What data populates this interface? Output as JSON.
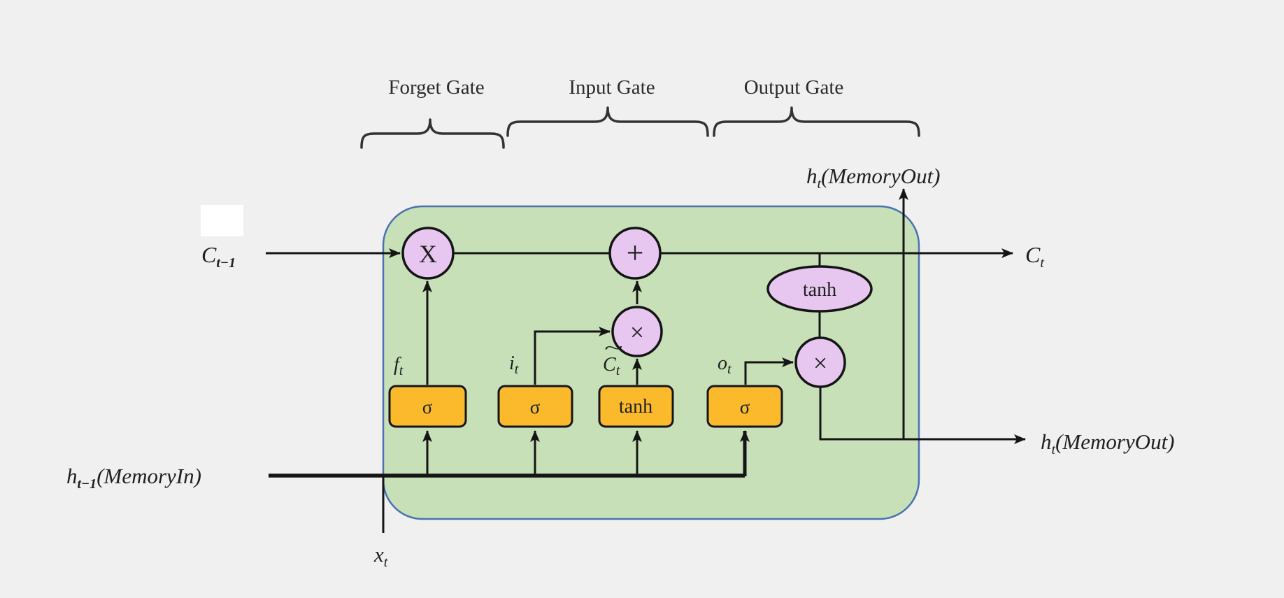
{
  "colors": {
    "background": "#f0f0f0",
    "cell_fill": "#c7e0b8",
    "cell_border": "#4b72b0",
    "op_fill": "#e7c7f0",
    "op_border": "#151515",
    "gate_box_fill": "#fbba2b",
    "gate_box_border": "#151515",
    "line": "#151515",
    "brace": "#333333",
    "text": "#1f1f1f"
  },
  "gates": {
    "forget": {
      "label": "Forget Gate"
    },
    "input": {
      "label": "Input Gate"
    },
    "output": {
      "label": "Output Gate"
    }
  },
  "labels": {
    "c_prev": {
      "base": "C",
      "sub": "t−1"
    },
    "c_next": {
      "base": "C",
      "sub": "t"
    },
    "h_out_top": {
      "base": "h",
      "sub": "t",
      "paren": "(MemoryOut)"
    },
    "h_out_bottom": {
      "base": "h",
      "sub": "t",
      "paren": "(MemoryOut)"
    },
    "h_in": {
      "base": "h",
      "sub": "t−1",
      "paren": "(MemoryIn)"
    },
    "x_in": {
      "base": "x",
      "sub": "t"
    },
    "f": {
      "base": "f",
      "sub": "t"
    },
    "i": {
      "base": "i",
      "sub": "t"
    },
    "c_cand": {
      "base": "C",
      "tilde": "~",
      "sub": "t"
    },
    "o": {
      "base": "o",
      "sub": "t"
    }
  },
  "ops": {
    "forget_mul": "X",
    "add": "+",
    "input_mul": "×",
    "output_mul": "×",
    "tanh_state": "tanh"
  },
  "gate_boxes": {
    "sigma_forget": "σ",
    "sigma_input": "σ",
    "tanh_candidate": "tanh",
    "sigma_output": "σ"
  }
}
